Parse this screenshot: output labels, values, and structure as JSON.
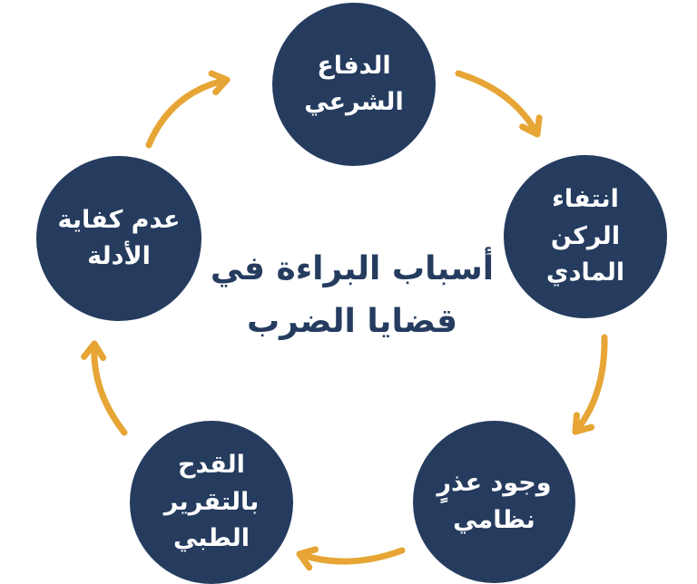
{
  "title": {
    "line1": "أسباب البراءة في",
    "line2": "قضايا الضرب"
  },
  "nodes": [
    {
      "name": "legal-self-defense",
      "label": "الدفاع الشرعي",
      "lines": [
        "الدفاع",
        "الشرعي"
      ]
    },
    {
      "name": "absence-of-material-element",
      "label": "انتفاء الركن المادي",
      "lines": [
        "انتفاء",
        "الركن",
        "المادي"
      ]
    },
    {
      "name": "existence-of-legal-excuse",
      "label": "وجود عذرٍ نظامي",
      "lines": [
        "وجود عذرٍ",
        "نظامي"
      ]
    },
    {
      "name": "challenging-medical-report",
      "label": "القدح بالتقرير الطبي",
      "lines": [
        "القدح",
        "بالتقرير",
        "الطبي"
      ]
    },
    {
      "name": "insufficient-evidence",
      "label": "عدم كفاية الأدلة",
      "lines": [
        "عدم كفاية",
        "الأدلة"
      ]
    }
  ],
  "colors": {
    "circle": "#253C5F",
    "arrow": "#E6A535",
    "node_text": "#FFFFFF",
    "title": "#253C5F",
    "background": "#FFFFFF"
  }
}
